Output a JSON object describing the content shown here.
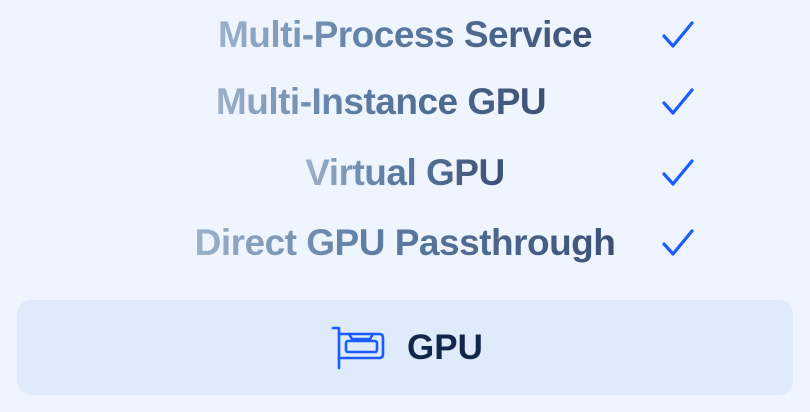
{
  "features": [
    {
      "label": "Multi-Process Service",
      "checked": true
    },
    {
      "label": "Multi-Instance GPU",
      "checked": true
    },
    {
      "label": "Virtual GPU",
      "checked": true
    },
    {
      "label": "Direct GPU Passthrough",
      "checked": true
    }
  ],
  "card": {
    "label": "GPU",
    "icon": "gpu-card-icon"
  },
  "colors": {
    "accent": "#1a5cff",
    "text_dark": "#12264a",
    "card_bg": "#dfeafb",
    "page_bg": "#eff5fe"
  }
}
